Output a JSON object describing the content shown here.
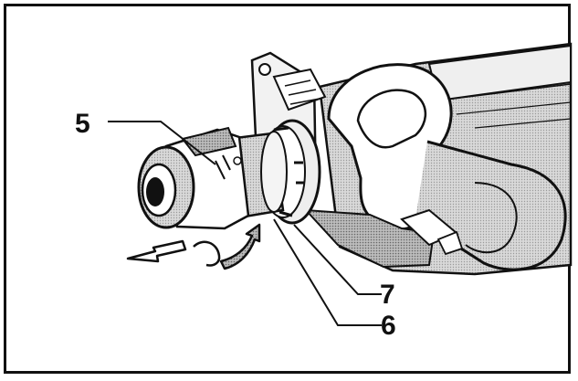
{
  "callouts": {
    "label_5": "5",
    "label_6": "6",
    "label_7": "7"
  },
  "icons": [
    "arrow-left-icon",
    "rotation-arrow-icon"
  ],
  "colors": {
    "ink": "#111111",
    "shade": "#bdbdbd",
    "light": "#e6e6e6",
    "paper": "#ffffff"
  }
}
